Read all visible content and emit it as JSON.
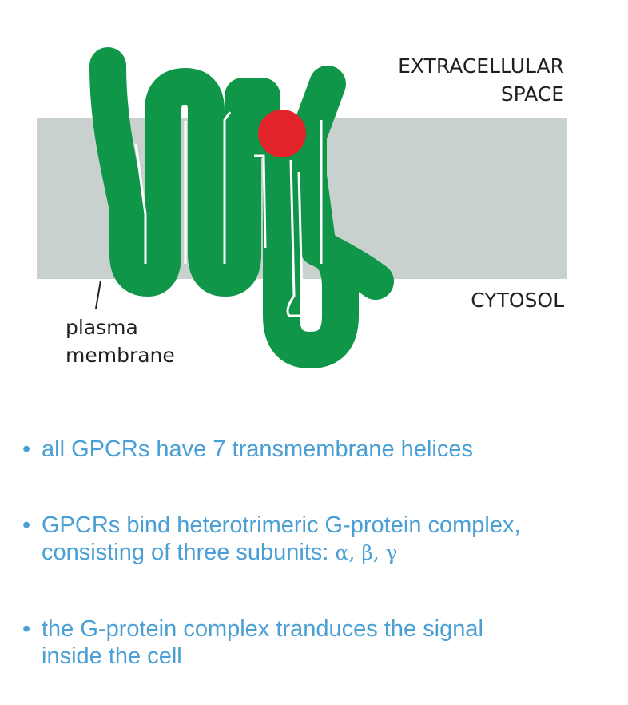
{
  "diagram": {
    "labels": {
      "extracellular_line1": "EXTRACELLULAR",
      "extracellular_line2": "SPACE",
      "cytosol": "CYTOSOL",
      "membrane_line1": "plasma",
      "membrane_line2": "membrane"
    },
    "colors": {
      "membrane": "#c9d1cf",
      "receptor": "#0f9648",
      "ligand": "#e2232a",
      "text": "#231f20"
    }
  },
  "bullets": [
    {
      "text": "all GPCRs have 7 transmembrane helices"
    },
    {
      "text_line1": "GPCRs bind heterotrimeric G-protein complex,",
      "text_line2": "consisting of three subunits: ",
      "symbols": "α, β, γ"
    },
    {
      "text_line1": "the G-protein complex tranduces the signal",
      "text_line2": "inside the cell"
    }
  ],
  "bullet_char": "•",
  "bullet_color": "#4a9fd5"
}
